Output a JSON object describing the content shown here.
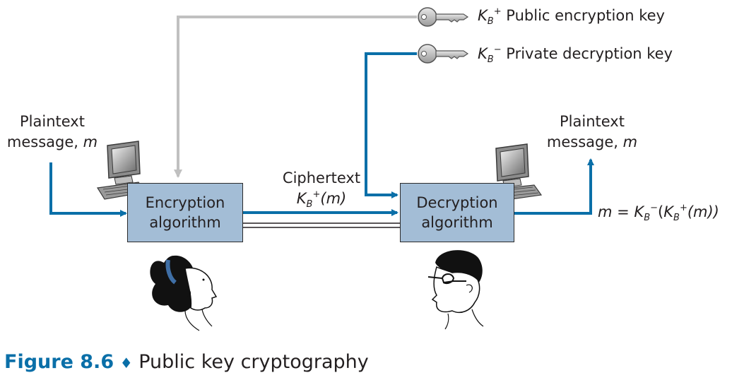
{
  "plaintext_in": {
    "line1": "Plaintext",
    "line2_prefix": "message, ",
    "line2_var": "m"
  },
  "plaintext_out": {
    "line1": "Plaintext",
    "line2_prefix": "message, ",
    "line2_var": "m"
  },
  "public_key": {
    "symbol": "K",
    "sub": "B",
    "sup": "+",
    "label": "Public encryption key"
  },
  "private_key": {
    "symbol": "K",
    "sub": "B",
    "sup": "−",
    "label": "Private decryption key"
  },
  "encryption_box": {
    "line1": "Encryption",
    "line2": "algorithm"
  },
  "decryption_box": {
    "line1": "Decryption",
    "line2": "algorithm"
  },
  "ciphertext": {
    "line1": "Ciphertext",
    "symbol": "K",
    "sub": "B",
    "sup": "+",
    "arg": "(m)"
  },
  "result": {
    "lhs": "m",
    "eq": " = ",
    "k1": "K",
    "k1_sub": "B",
    "k1_sup": "−",
    "open": "(",
    "k2": "K",
    "k2_sub": "B",
    "k2_sup": "+",
    "arg": "(m))"
  },
  "caption": {
    "number": "Figure 8.6",
    "separator": "♦",
    "title": "Public key cryptography"
  },
  "colors": {
    "blue_line": "#0a6fa8",
    "gray_line": "#c0c0c0",
    "box_fill": "#a3bdd6",
    "caption_blue": "#0a6fa8"
  }
}
